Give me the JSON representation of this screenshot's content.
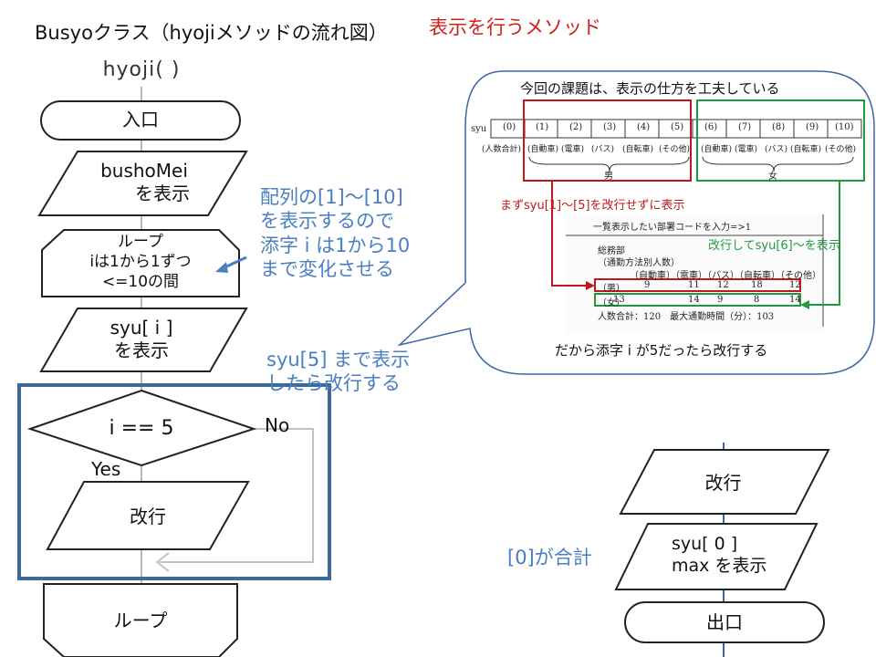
{
  "title": "Busyoクラス（hyojiメソッドの流れ図）",
  "subtitle": "表示を行うメソッド",
  "method_label": "hyoji( )",
  "left_flow": {
    "start": "入口",
    "print_busho": "bushoMei\n　　を表示",
    "loop_start": "ループ\niは1から1ずつ\n<=10の間",
    "print_syu": "syu[ i ]\nを表示",
    "decision": "i == 5",
    "no_label": "No",
    "yes_label": "Yes",
    "newline": "改行",
    "loop_end": "ループ"
  },
  "notes": {
    "array_note": "配列の[1]〜[10]\nを表示するので\n添字 i は1から10\nまで変化させる",
    "break_note": "syu[5] まで表示\nしたら改行する",
    "total_note": "[0]が合計"
  },
  "bubble": {
    "top_text": "今回の課題は、表示の仕方を工夫している",
    "bottom_text": "だから添字 i が5だったら改行する",
    "red_note": "まずsyu[1]〜[5]を改行せずに表示",
    "green_note": "改行してsyu[6]〜を表示",
    "array_name": "syu",
    "indices": [
      "(0)",
      "(1)",
      "(2)",
      "(3)",
      "(4)",
      "(5)",
      "(6)",
      "(7)",
      "(8)",
      "(9)",
      "(10)"
    ],
    "categories": [
      "(人数合計)",
      "(自動車)",
      "(電車)",
      "(バス)",
      "(自転車)",
      "(その他)",
      "(自動車)",
      "(電車)",
      "(バス)",
      "(自転車)",
      "(その他)"
    ],
    "male": "男",
    "female": "女",
    "sample_output": {
      "prompt": "一覧表示したい部署コードを入力=>1",
      "dept": "総務部",
      "heading": "（通勤方法別人数）",
      "columns": "（自動車）（電車）（バス）（自転車）（その他）",
      "male_label": "（男）",
      "male_values": [
        "9",
        "11",
        "12",
        "18",
        "12"
      ],
      "female_label": "（女）",
      "female_values": [
        "13",
        "14",
        "9",
        "8",
        "14"
      ],
      "summary": "人数合計：120　最大通勤時間（分）：103"
    }
  },
  "right_flow": {
    "newline": "改行",
    "print_total": "syu[ 0 ]\nmax を表示",
    "exit": "出口"
  },
  "colors": {
    "accent_blue": "#4a7fc1",
    "frame_blue": "#3d6a99",
    "red": "#c0191b",
    "green": "#1f9a3e"
  }
}
